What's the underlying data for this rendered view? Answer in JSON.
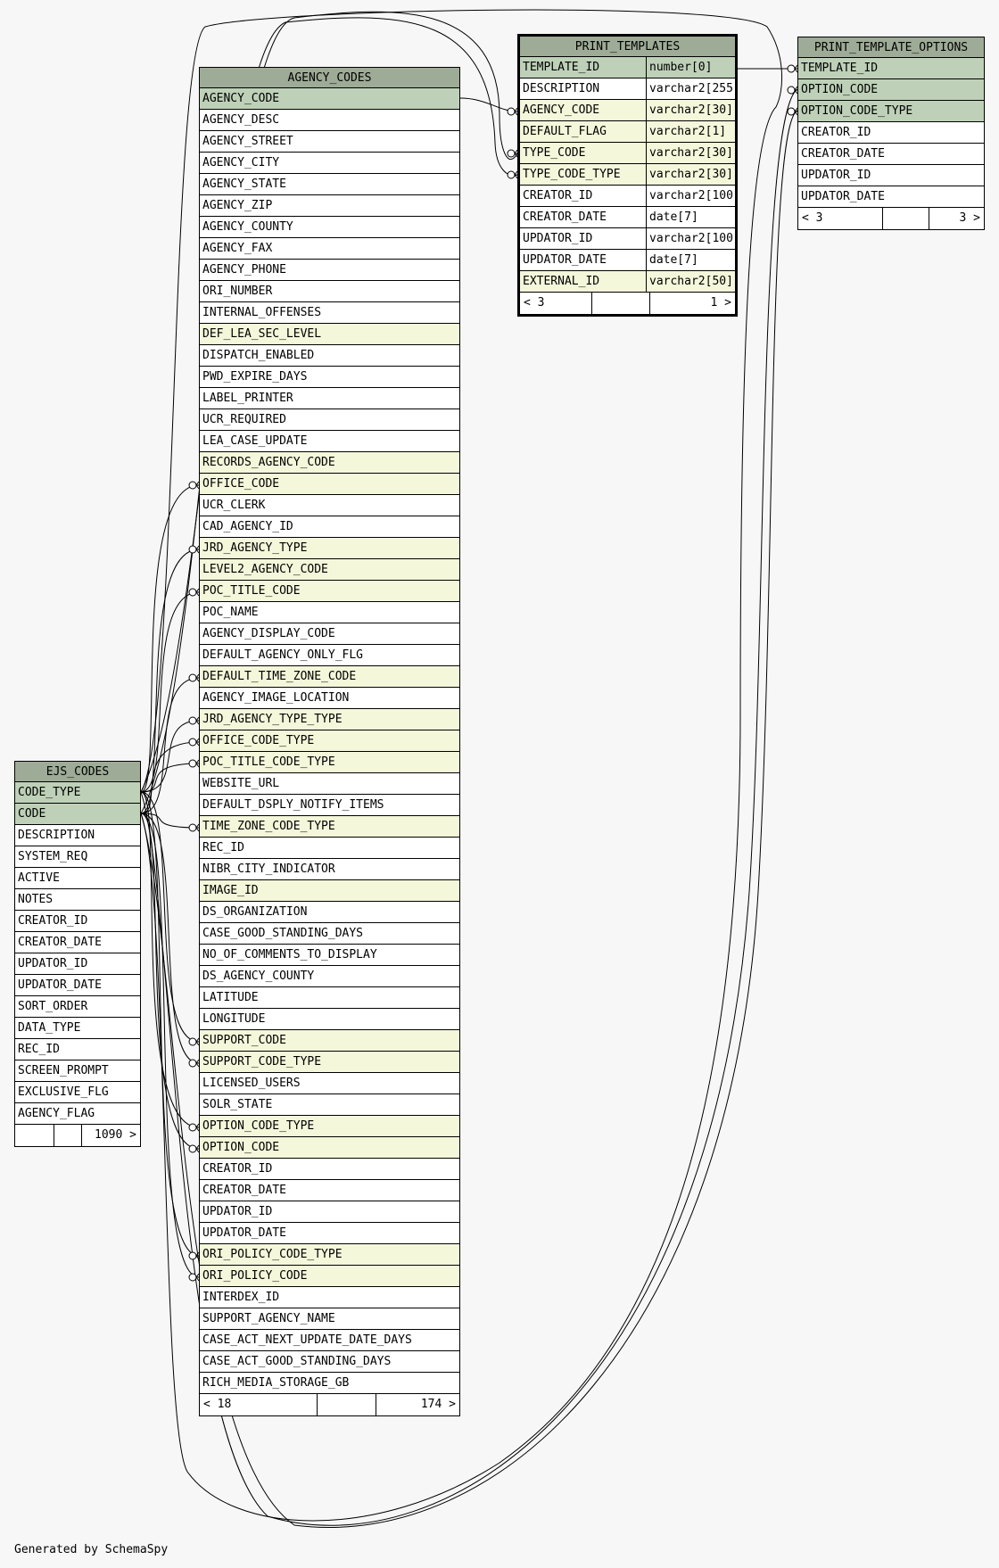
{
  "footer": "Generated by SchemaSpy",
  "tables": {
    "agency_codes": {
      "name": "AGENCY_CODES",
      "columns": [
        {
          "name": "AGENCY_CODE",
          "kind": "pk"
        },
        {
          "name": "AGENCY_DESC",
          "kind": ""
        },
        {
          "name": "AGENCY_STREET",
          "kind": ""
        },
        {
          "name": "AGENCY_CITY",
          "kind": ""
        },
        {
          "name": "AGENCY_STATE",
          "kind": ""
        },
        {
          "name": "AGENCY_ZIP",
          "kind": ""
        },
        {
          "name": "AGENCY_COUNTY",
          "kind": ""
        },
        {
          "name": "AGENCY_FAX",
          "kind": ""
        },
        {
          "name": "AGENCY_PHONE",
          "kind": ""
        },
        {
          "name": "ORI_NUMBER",
          "kind": ""
        },
        {
          "name": "INTERNAL_OFFENSES",
          "kind": ""
        },
        {
          "name": "DEF_LEA_SEC_LEVEL",
          "kind": "fk"
        },
        {
          "name": "DISPATCH_ENABLED",
          "kind": ""
        },
        {
          "name": "PWD_EXPIRE_DAYS",
          "kind": ""
        },
        {
          "name": "LABEL_PRINTER",
          "kind": ""
        },
        {
          "name": "UCR_REQUIRED",
          "kind": ""
        },
        {
          "name": "LEA_CASE_UPDATE",
          "kind": ""
        },
        {
          "name": "RECORDS_AGENCY_CODE",
          "kind": "fk"
        },
        {
          "name": "OFFICE_CODE",
          "kind": "fk"
        },
        {
          "name": "UCR_CLERK",
          "kind": ""
        },
        {
          "name": "CAD_AGENCY_ID",
          "kind": ""
        },
        {
          "name": "JRD_AGENCY_TYPE",
          "kind": "fk"
        },
        {
          "name": "LEVEL2_AGENCY_CODE",
          "kind": "fk"
        },
        {
          "name": "POC_TITLE_CODE",
          "kind": "fk"
        },
        {
          "name": "POC_NAME",
          "kind": ""
        },
        {
          "name": "AGENCY_DISPLAY_CODE",
          "kind": ""
        },
        {
          "name": "DEFAULT_AGENCY_ONLY_FLG",
          "kind": ""
        },
        {
          "name": "DEFAULT_TIME_ZONE_CODE",
          "kind": "fk"
        },
        {
          "name": "AGENCY_IMAGE_LOCATION",
          "kind": ""
        },
        {
          "name": "JRD_AGENCY_TYPE_TYPE",
          "kind": "fk"
        },
        {
          "name": "OFFICE_CODE_TYPE",
          "kind": "fk"
        },
        {
          "name": "POC_TITLE_CODE_TYPE",
          "kind": "fk"
        },
        {
          "name": "WEBSITE_URL",
          "kind": ""
        },
        {
          "name": "DEFAULT_DSPLY_NOTIFY_ITEMS",
          "kind": ""
        },
        {
          "name": "TIME_ZONE_CODE_TYPE",
          "kind": "fk"
        },
        {
          "name": "REC_ID",
          "kind": ""
        },
        {
          "name": "NIBR_CITY_INDICATOR",
          "kind": ""
        },
        {
          "name": "IMAGE_ID",
          "kind": "fk"
        },
        {
          "name": "DS_ORGANIZATION",
          "kind": ""
        },
        {
          "name": "CASE_GOOD_STANDING_DAYS",
          "kind": ""
        },
        {
          "name": "NO_OF_COMMENTS_TO_DISPLAY",
          "kind": ""
        },
        {
          "name": "DS_AGENCY_COUNTY",
          "kind": ""
        },
        {
          "name": "LATITUDE",
          "kind": ""
        },
        {
          "name": "LONGITUDE",
          "kind": ""
        },
        {
          "name": "SUPPORT_CODE",
          "kind": "fk"
        },
        {
          "name": "SUPPORT_CODE_TYPE",
          "kind": "fk"
        },
        {
          "name": "LICENSED_USERS",
          "kind": ""
        },
        {
          "name": "SOLR_STATE",
          "kind": ""
        },
        {
          "name": "OPTION_CODE_TYPE",
          "kind": "fk"
        },
        {
          "name": "OPTION_CODE",
          "kind": "fk"
        },
        {
          "name": "CREATOR_ID",
          "kind": ""
        },
        {
          "name": "CREATOR_DATE",
          "kind": ""
        },
        {
          "name": "UPDATOR_ID",
          "kind": ""
        },
        {
          "name": "UPDATOR_DATE",
          "kind": ""
        },
        {
          "name": "ORI_POLICY_CODE_TYPE",
          "kind": "fk"
        },
        {
          "name": "ORI_POLICY_CODE",
          "kind": "fk"
        },
        {
          "name": "INTERDEX_ID",
          "kind": ""
        },
        {
          "name": "SUPPORT_AGENCY_NAME",
          "kind": ""
        },
        {
          "name": "CASE_ACT_NEXT_UPDATE_DATE_DAYS",
          "kind": ""
        },
        {
          "name": "CASE_ACT_GOOD_STANDING_DAYS",
          "kind": ""
        },
        {
          "name": "RICH_MEDIA_STORAGE_GB",
          "kind": ""
        }
      ],
      "footer": {
        "parents": "< 18",
        "middle": "",
        "children": "174 >"
      }
    },
    "print_templates": {
      "name": "PRINT_TEMPLATES",
      "columns": [
        {
          "name": "TEMPLATE_ID",
          "type": "number[0]",
          "kind": "pk"
        },
        {
          "name": "DESCRIPTION",
          "type": "varchar2[255]",
          "kind": ""
        },
        {
          "name": "AGENCY_CODE",
          "type": "varchar2[30]",
          "kind": "fk"
        },
        {
          "name": "DEFAULT_FLAG",
          "type": "varchar2[1]",
          "kind": "fk"
        },
        {
          "name": "TYPE_CODE",
          "type": "varchar2[30]",
          "kind": "fk"
        },
        {
          "name": "TYPE_CODE_TYPE",
          "type": "varchar2[30]",
          "kind": "fk"
        },
        {
          "name": "CREATOR_ID",
          "type": "varchar2[100]",
          "kind": ""
        },
        {
          "name": "CREATOR_DATE",
          "type": "date[7]",
          "kind": ""
        },
        {
          "name": "UPDATOR_ID",
          "type": "varchar2[100]",
          "kind": ""
        },
        {
          "name": "UPDATOR_DATE",
          "type": "date[7]",
          "kind": ""
        },
        {
          "name": "EXTERNAL_ID",
          "type": "varchar2[50]",
          "kind": "fk"
        }
      ],
      "footer": {
        "parents": "< 3",
        "middle": "",
        "children": "1 >"
      }
    },
    "print_template_options": {
      "name": "PRINT_TEMPLATE_OPTIONS",
      "columns": [
        {
          "name": "TEMPLATE_ID",
          "kind": "pk"
        },
        {
          "name": "OPTION_CODE",
          "kind": "pk"
        },
        {
          "name": "OPTION_CODE_TYPE",
          "kind": "pk"
        },
        {
          "name": "CREATOR_ID",
          "kind": ""
        },
        {
          "name": "CREATOR_DATE",
          "kind": ""
        },
        {
          "name": "UPDATOR_ID",
          "kind": ""
        },
        {
          "name": "UPDATOR_DATE",
          "kind": ""
        }
      ],
      "footer": {
        "parents": "< 3",
        "middle": "",
        "children": "3 >"
      }
    },
    "ejs_codes": {
      "name": "EJS_CODES",
      "columns": [
        {
          "name": "CODE_TYPE",
          "kind": "pk"
        },
        {
          "name": "CODE",
          "kind": "pk"
        },
        {
          "name": "DESCRIPTION",
          "kind": ""
        },
        {
          "name": "SYSTEM_REQ",
          "kind": ""
        },
        {
          "name": "ACTIVE",
          "kind": ""
        },
        {
          "name": "NOTES",
          "kind": ""
        },
        {
          "name": "CREATOR_ID",
          "kind": ""
        },
        {
          "name": "CREATOR_DATE",
          "kind": ""
        },
        {
          "name": "UPDATOR_ID",
          "kind": ""
        },
        {
          "name": "UPDATOR_DATE",
          "kind": ""
        },
        {
          "name": "SORT_ORDER",
          "kind": ""
        },
        {
          "name": "DATA_TYPE",
          "kind": ""
        },
        {
          "name": "REC_ID",
          "kind": ""
        },
        {
          "name": "SCREEN_PROMPT",
          "kind": ""
        },
        {
          "name": "EXCLUSIVE_FLG",
          "kind": ""
        },
        {
          "name": "AGENCY_FLAG",
          "kind": ""
        }
      ],
      "footer": {
        "parents": "",
        "middle": "",
        "children": "1090 >"
      }
    }
  }
}
